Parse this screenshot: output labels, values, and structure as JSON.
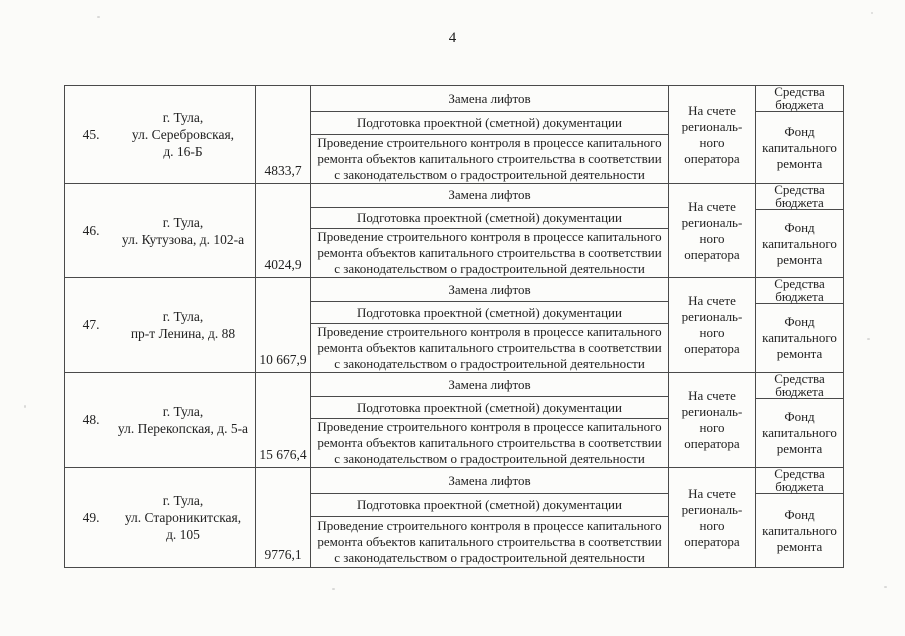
{
  "page": {
    "number": "4"
  },
  "table": {
    "work_items": [
      "Замена лифтов",
      "Подготовка проектной (сметной) документации",
      "Проведение строительного контроля в процессе капитального ремонта объектов капитального строительства в соответствии с законодательством о градостроительной деятельности"
    ],
    "operator_label": "На счете\nрегиональ-\nного\nоператора",
    "funds": {
      "budget": "Средства бюджета",
      "fund": "Фонд капитального ремонта"
    },
    "rows": [
      {
        "num": "45.",
        "address": "г. Тула,\nул. Серебровская,\nд. 16-Б",
        "amount": "4833,7"
      },
      {
        "num": "46.",
        "address": "г. Тула,\nул. Кутузова, д. 102-а",
        "amount": "4024,9"
      },
      {
        "num": "47.",
        "address": "г. Тула,\nпр-т Ленина, д. 88",
        "amount": "10 667,9"
      },
      {
        "num": "48.",
        "address": "г. Тула,\nул. Перекопская, д. 5-а",
        "amount": "15 676,4"
      },
      {
        "num": "49.",
        "address": "г. Тула,\nул. Староникитская,\nд. 105",
        "amount": "9776,1"
      }
    ]
  }
}
